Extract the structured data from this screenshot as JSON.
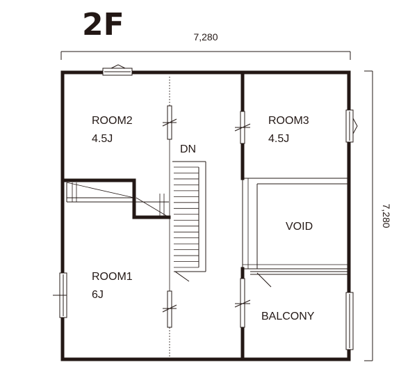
{
  "floor_label": "2F",
  "dimensions": {
    "width": "7,280",
    "depth": "7,280"
  },
  "rooms": {
    "room2": {
      "name": "ROOM2",
      "size": "4.5J"
    },
    "room3": {
      "name": "ROOM3",
      "size": "4.5J"
    },
    "room1": {
      "name": "ROOM1",
      "size": "6J"
    },
    "void": {
      "name": "VOID"
    },
    "balcony": {
      "name": "BALCONY"
    }
  },
  "stairs": {
    "label": "DN"
  },
  "colors": {
    "line": "#231815",
    "background": "#ffffff"
  }
}
